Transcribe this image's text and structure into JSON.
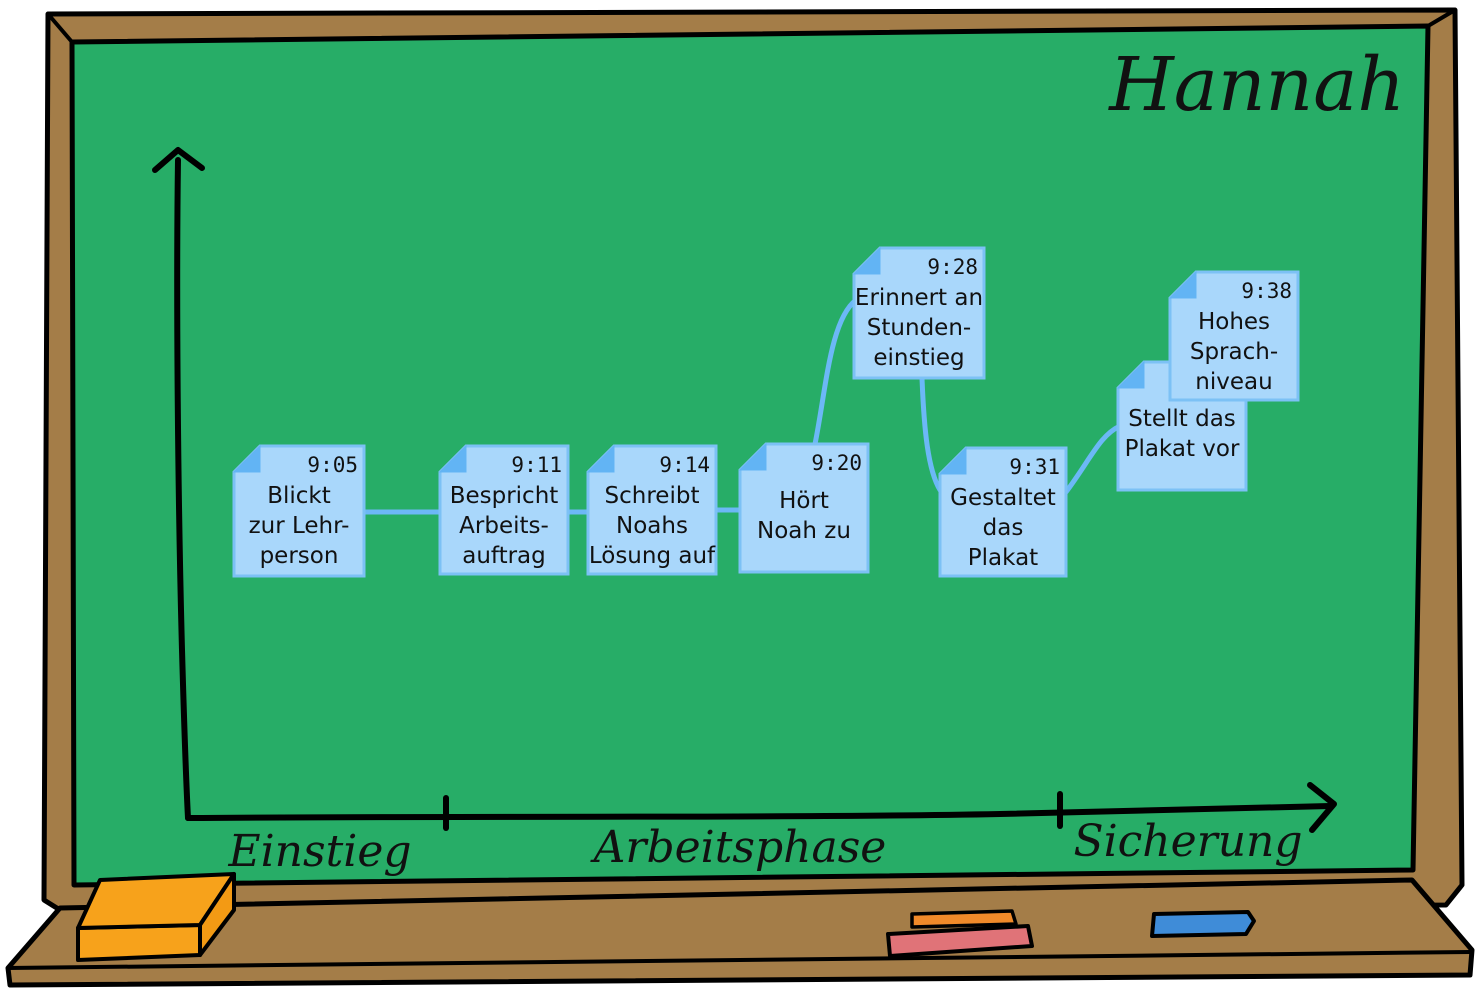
{
  "board": {
    "name": "Hannah",
    "colors": {
      "board": "#27ad67",
      "frame": "#a47d48",
      "note_fill": "#a9d7fb",
      "note_border": "#7cc1f5",
      "connector": "#6cb8f6",
      "sponge": "#f7a21b",
      "chalk_red": "#e07378",
      "chalk_orange": "#f08a2a",
      "chalk_blue": "#3f8cd8"
    }
  },
  "axis": {
    "phases": [
      "Einstieg",
      "Arbeitsphase",
      "Sicherung"
    ]
  },
  "notes": [
    {
      "time": "9:05",
      "lines": [
        "Blickt",
        "zur Lehr-",
        "person"
      ]
    },
    {
      "time": "9:11",
      "lines": [
        "Bespricht",
        "Arbeits-",
        "auftrag"
      ]
    },
    {
      "time": "9:14",
      "lines": [
        "Schreibt",
        "Noahs",
        "Lösung auf"
      ]
    },
    {
      "time": "9:20",
      "lines": [
        "Hört",
        "Noah zu"
      ]
    },
    {
      "time": "9:28",
      "lines": [
        "Erinnert an",
        "Stunden-",
        "einstieg"
      ]
    },
    {
      "time": "9:31",
      "lines": [
        "Gestaltet",
        "das",
        "Plakat"
      ]
    },
    {
      "time": "9:38",
      "lines": [
        "Stellt das",
        "Plakat vor"
      ]
    },
    {
      "time": "9:38",
      "lines": [
        "Hohes",
        "Sprach-",
        "niveau"
      ]
    }
  ],
  "icons": [
    "eraser-sponge-icon",
    "red-chalk-icon",
    "orange-chalk-icon",
    "blue-chalk-icon"
  ]
}
